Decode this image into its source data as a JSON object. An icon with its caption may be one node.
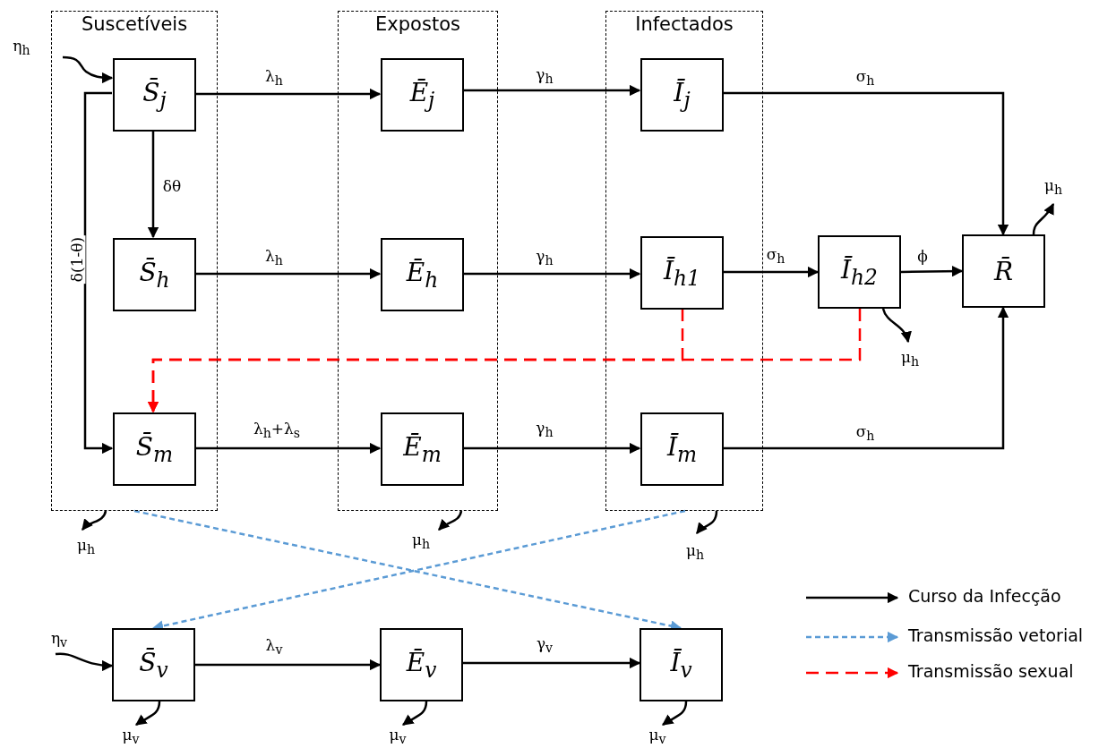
{
  "diagram": {
    "nodes": [
      {
        "text": [
          "Suscetíveis"
        ]
      },
      {
        "text": [
          "S̄$_{j}$"
        ],
        "in": 0
      },
      {
        "text": [
          "S̄$_{h}$"
        ],
        "in": 0
      },
      {
        "text": [
          "S̄$_{m}$"
        ],
        "in": 0
      },
      {
        "text": [
          "Expostos"
        ]
      },
      {
        "text": [
          "Ē$_{j}$"
        ],
        "in": 4
      },
      {
        "text": [
          "Ē$_{h}$"
        ],
        "in": 4
      },
      {
        "text": [
          "Ē$_{m}$"
        ],
        "in": 4
      },
      {
        "text": [
          "Infectados"
        ]
      },
      {
        "text": [
          "Ī$_{j}$"
        ],
        "in": 8
      },
      {
        "text": [
          "Ī$_{h1}$"
        ],
        "in": 8
      },
      {
        "text": [
          "Ī$_{m}$"
        ],
        "in": 8
      },
      {
        "text": [
          "Ī$_{h2}$"
        ]
      },
      {
        "text": [
          "R̄"
        ]
      },
      {
        "text": [
          "S̄$_{v}$"
        ]
      },
      {
        "text": [
          "Ē$_{v}$"
        ]
      },
      {
        "text": [
          "Ī$_{v}$"
        ]
      }
    ],
    "edges": [
      {
        "from": null,
        "to": 1,
        "arrow": "to",
        "label": "η$_{h}$"
      },
      {
        "from": 1,
        "to": 5,
        "arrow": "to",
        "label": "λ$_{h}$"
      },
      {
        "from": 5,
        "to": 9,
        "arrow": "to",
        "label": "γ$_{h}$"
      },
      {
        "from": 9,
        "to": 13,
        "arrow": "to",
        "label": "σ$_{h}$"
      },
      {
        "from": 1,
        "to": 2,
        "arrow": "to",
        "label": "δθ"
      },
      {
        "from": 1,
        "to": 3,
        "arrow": "to",
        "label": "δ(1-θ)"
      },
      {
        "from": 2,
        "to": 6,
        "arrow": "to",
        "label": "λ$_{h}$"
      },
      {
        "from": 6,
        "to": 10,
        "arrow": "to",
        "label": "γ$_{h}$"
      },
      {
        "from": 10,
        "to": 12,
        "arrow": "to",
        "label": "σ$_{h}$"
      },
      {
        "from": 12,
        "to": 13,
        "arrow": "to",
        "label": "ϕ"
      },
      {
        "from": 13,
        "to": null,
        "arrow": "to",
        "label": "μ$_{h}$"
      },
      {
        "from": 12,
        "to": null,
        "arrow": "to",
        "label": "μ$_{h}$"
      },
      {
        "from": 10,
        "to": 3,
        "arrow": "to",
        "style": "dashed",
        "color": "#ff0000"
      },
      {
        "from": 12,
        "to": 3,
        "arrow": "to",
        "style": "dashed",
        "color": "#ff0000"
      },
      {
        "from": 3,
        "to": 7,
        "arrow": "to",
        "label": "λ$_{h}$+λ$_{s}$"
      },
      {
        "from": 7,
        "to": 11,
        "arrow": "to",
        "label": "γ$_{h}$"
      },
      {
        "from": 11,
        "to": 13,
        "arrow": "to",
        "label": "σ$_{h}$"
      },
      {
        "from": 0,
        "to": null,
        "arrow": "to",
        "label": "μ$_{h}$"
      },
      {
        "from": 4,
        "to": null,
        "arrow": "to",
        "label": "μ$_{h}$"
      },
      {
        "from": 8,
        "to": null,
        "arrow": "to",
        "label": "μ$_{h}$"
      },
      {
        "from": 0,
        "to": 16,
        "arrow": "to",
        "style": "dashed",
        "color": "#5b9bd5"
      },
      {
        "from": 8,
        "to": 14,
        "arrow": "to",
        "style": "dashed",
        "color": "#5b9bd5"
      },
      {
        "from": null,
        "to": 14,
        "arrow": "to",
        "label": "η$_{v}$"
      },
      {
        "from": 14,
        "to": 15,
        "arrow": "to",
        "label": "λ$_{v}$"
      },
      {
        "from": 15,
        "to": 16,
        "arrow": "to",
        "label": "γ$_{v}$"
      },
      {
        "from": 14,
        "to": null,
        "arrow": "to",
        "label": "μ$_{v}$"
      },
      {
        "from": 15,
        "to": null,
        "arrow": "to",
        "label": "μ$_{v}$"
      },
      {
        "from": 16,
        "to": null,
        "arrow": "to",
        "label": "μ$_{v}$"
      }
    ],
    "legend": [
      {
        "text": "Curso da Infecção"
      },
      {
        "text": "Transmissão vetorial"
      },
      {
        "text": "Transmissão sexual"
      }
    ]
  }
}
